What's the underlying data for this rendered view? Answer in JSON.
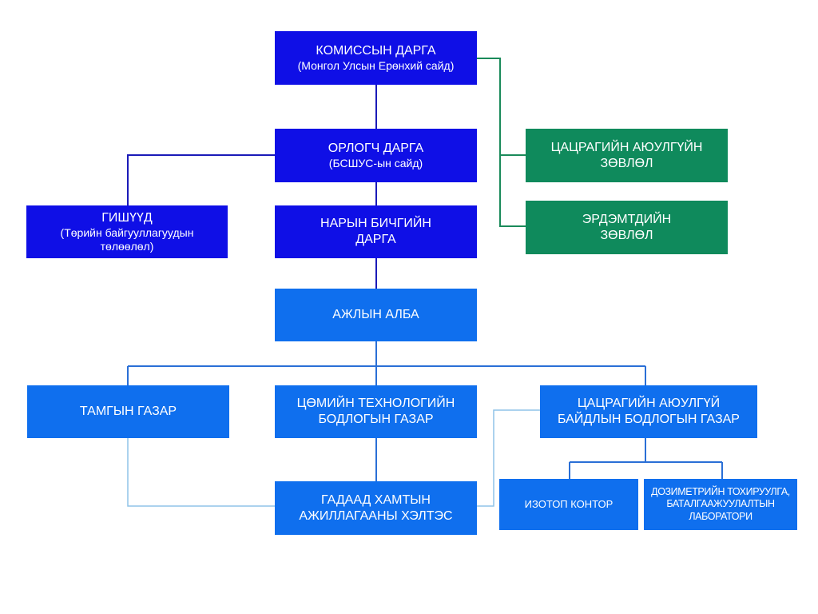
{
  "nodes": {
    "chairman": {
      "title": "КОМИССЫН ДАРГА",
      "subtitle": "(Монгол Улсын Ерөнхий сайд)"
    },
    "deputy": {
      "title": "ОРЛОГЧ ДАРГА",
      "subtitle": "(БСШУС-ын сайд)"
    },
    "members": {
      "title": "ГИШҮҮД",
      "subtitle_line1": "(Төрийн байгууллагуудын",
      "subtitle_line2": "төлөөлөл)"
    },
    "secretary": {
      "line1": "НАРЫН БИЧГИЙН",
      "line2": "ДАРГА"
    },
    "radiation_council": {
      "line1": "ЦАЦРАГИЙН АЮУЛГҮЙН",
      "line2": "ЗӨВЛӨЛ"
    },
    "science_council": {
      "line1": "ЭРДЭМТДИЙН",
      "line2": "ЗӨВЛӨЛ"
    },
    "office": {
      "title": "АЖЛЫН АЛБА"
    },
    "secretariat": {
      "title": "ТАМГЫН ГАЗАР"
    },
    "nuclear_tech": {
      "line1": "ЦӨМИЙН ТЕХНОЛОГИЙН",
      "line2": "БОДЛОГЫН ГАЗАР"
    },
    "radiation_safety": {
      "line1": "ЦАЦРАГИЙН АЮУЛГҮЙ",
      "line2": "БАЙДЛЫН БОДЛОГЫН ГАЗАР"
    },
    "foreign_coop": {
      "line1": "ГАДААД ХАМТЫН",
      "line2": "АЖИЛЛАГААНЫ ХЭЛТЭС"
    },
    "isotope": {
      "title": "ИЗОТОП КОНТОР"
    },
    "dosimetry": {
      "line1": "ДОЗИМЕТРИЙН ТОХИРУУЛГА,",
      "line2": "БАТАЛГААЖУУЛАЛТЫН",
      "line3": "ЛАБОРАТОРИ"
    }
  },
  "colors": {
    "navy": "#0f0fe6",
    "blue": "#0f6fee",
    "green": "#0f8a5c",
    "navy_line": "#1a1ab8",
    "blue_line": "#2a6fd6",
    "green_line": "#1a8a5a",
    "light_line": "#8fc4e8"
  }
}
